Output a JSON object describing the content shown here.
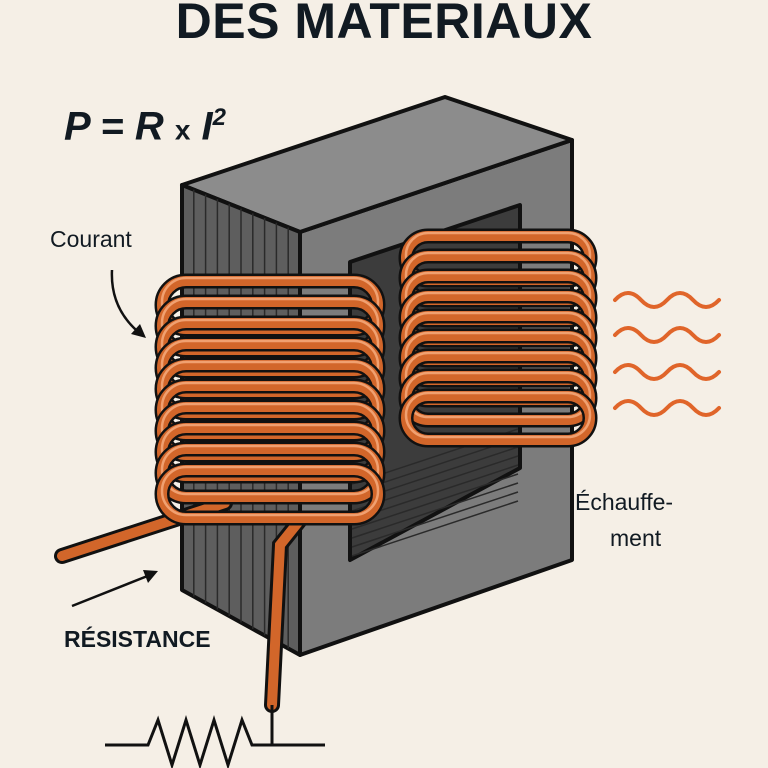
{
  "title": "DES MATERIAUX",
  "formula": {
    "p": "P",
    "eq": "=",
    "r": "R",
    "times": "x",
    "i": "I",
    "exp": "2"
  },
  "labels": {
    "courant": "Courant",
    "echauffement_1": "Échauffe-",
    "echauffement_2": "ment",
    "resistance": "RÉSISTANCE"
  },
  "colors": {
    "background": "#f5efe6",
    "copper": "#d2662a",
    "core": "#7c7c7c",
    "heat": "#e0652a"
  }
}
